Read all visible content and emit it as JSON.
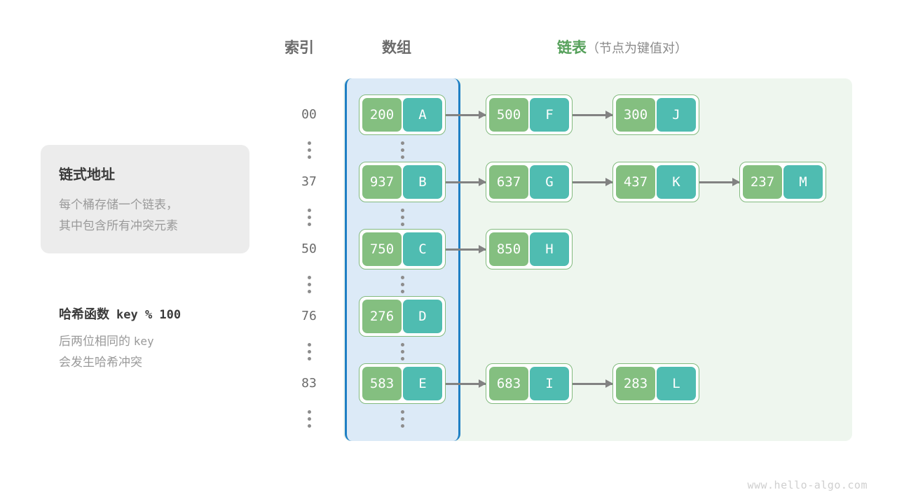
{
  "headings": {
    "index": "索引",
    "array": "数组",
    "list_main": "链表",
    "list_sub": "（节点为键值对）"
  },
  "info_card": {
    "title": "链式地址",
    "line1": "每个桶存储一个链表，",
    "line2": "其中包含所有冲突元素"
  },
  "note": {
    "title_text": "哈希函数",
    "title_mono": "key % 100",
    "line1_text": "后两位相同的",
    "line1_mono": "key",
    "line2": "会发生哈希冲突"
  },
  "colors": {
    "key_cell": "#84bf80",
    "value_cell": "#4fbcb1",
    "node_border": "#82ba7e",
    "array_panel_bg": "#dceaf7",
    "array_panel_border": "#1f7fc4",
    "list_panel_bg": "#eef6ee",
    "arrow": "#828282",
    "heading_gray": "#6b6b6b",
    "heading_green": "#55a05a",
    "card_bg": "#ececec"
  },
  "buckets": [
    {
      "index": "00",
      "nodes": [
        {
          "key": "200",
          "value": "A"
        },
        {
          "key": "500",
          "value": "F"
        },
        {
          "key": "300",
          "value": "J"
        }
      ]
    },
    {
      "index": "37",
      "nodes": [
        {
          "key": "937",
          "value": "B"
        },
        {
          "key": "637",
          "value": "G"
        },
        {
          "key": "437",
          "value": "K"
        },
        {
          "key": "237",
          "value": "M"
        }
      ]
    },
    {
      "index": "50",
      "nodes": [
        {
          "key": "750",
          "value": "C"
        },
        {
          "key": "850",
          "value": "H"
        }
      ]
    },
    {
      "index": "76",
      "nodes": [
        {
          "key": "276",
          "value": "D"
        }
      ]
    },
    {
      "index": "83",
      "nodes": [
        {
          "key": "583",
          "value": "E"
        },
        {
          "key": "683",
          "value": "I"
        },
        {
          "key": "283",
          "value": "L"
        }
      ]
    }
  ],
  "ellipsis_rows": 5,
  "watermark": "www.hello-algo.com"
}
